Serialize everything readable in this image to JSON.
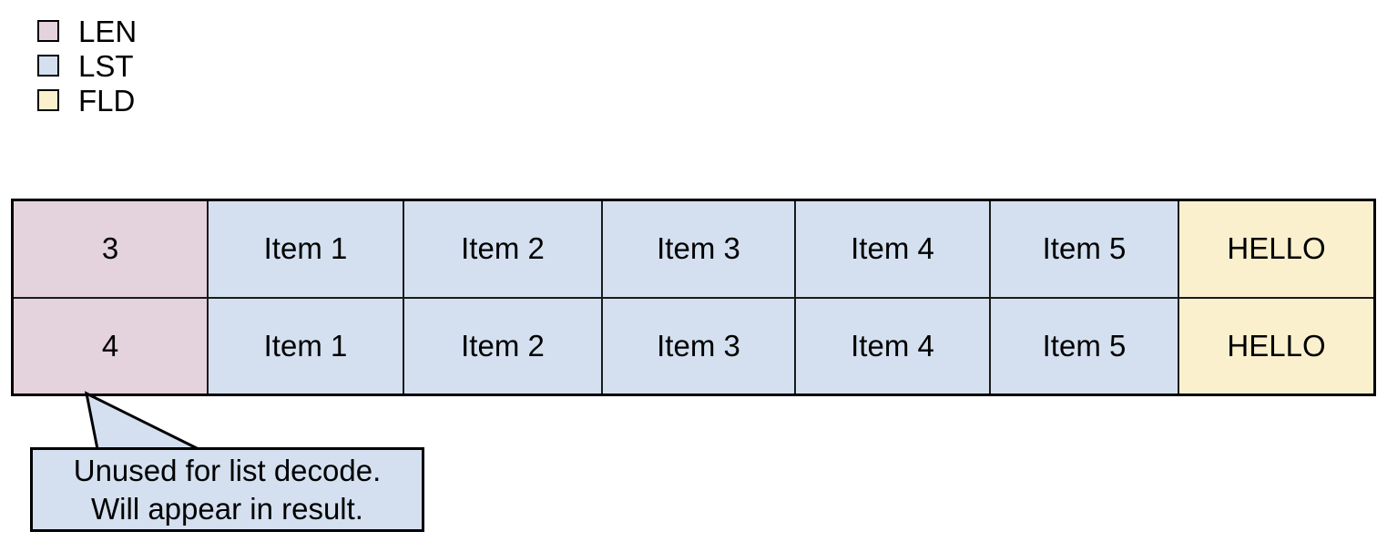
{
  "legend": {
    "items": [
      {
        "label": "LEN",
        "color": "#e4d2dd",
        "swatch_name": "legend-swatch-len"
      },
      {
        "label": "LST",
        "color": "#d4e0f0",
        "swatch_name": "legend-swatch-lst"
      },
      {
        "label": "FLD",
        "color": "#faf0cd",
        "swatch_name": "legend-swatch-fld"
      }
    ]
  },
  "table": {
    "rows": [
      {
        "len": "3",
        "items": [
          "Item 1",
          "Item 2",
          "Item 3",
          "Item 4",
          "Item 5"
        ],
        "fld": "HELLO"
      },
      {
        "len": "4",
        "items": [
          "Item 1",
          "Item 2",
          "Item 3",
          "Item 4",
          "Item 5"
        ],
        "fld": "HELLO"
      }
    ]
  },
  "callout": {
    "line1": "Unused for list decode.",
    "line2": "Will appear in result.",
    "fill": "#d4e0f0",
    "border": "#000000"
  },
  "colors": {
    "len": "#e4d2dd",
    "lst": "#d4e0f0",
    "fld": "#faf0cd",
    "stroke": "#000000",
    "background": "#ffffff"
  }
}
